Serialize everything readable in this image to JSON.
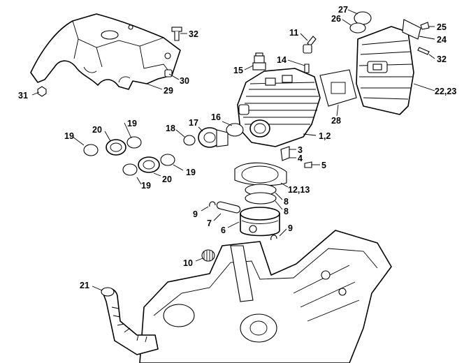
{
  "callouts": {
    "c32a": "32",
    "c30": "30",
    "c29": "29",
    "c31": "31",
    "c11": "11",
    "c14": "14",
    "c15": "15",
    "c27": "27",
    "c26": "26",
    "c25": "25",
    "c24": "24",
    "c32b": "32",
    "c2223": "22,23",
    "c28": "28",
    "c12": "1,2",
    "c16": "16",
    "c17": "17",
    "c18": "18",
    "c19a": "19",
    "c20a": "20",
    "c19b": "19",
    "c19c": "19",
    "c20b": "20",
    "c19d": "19",
    "c3": "3",
    "c4": "4",
    "c5": "5",
    "c1213": "12,13",
    "c8a": "8",
    "c8b": "8",
    "c9a": "9",
    "c7": "7",
    "c6": "6",
    "c9b": "9",
    "c10": "10",
    "c21": "21"
  }
}
